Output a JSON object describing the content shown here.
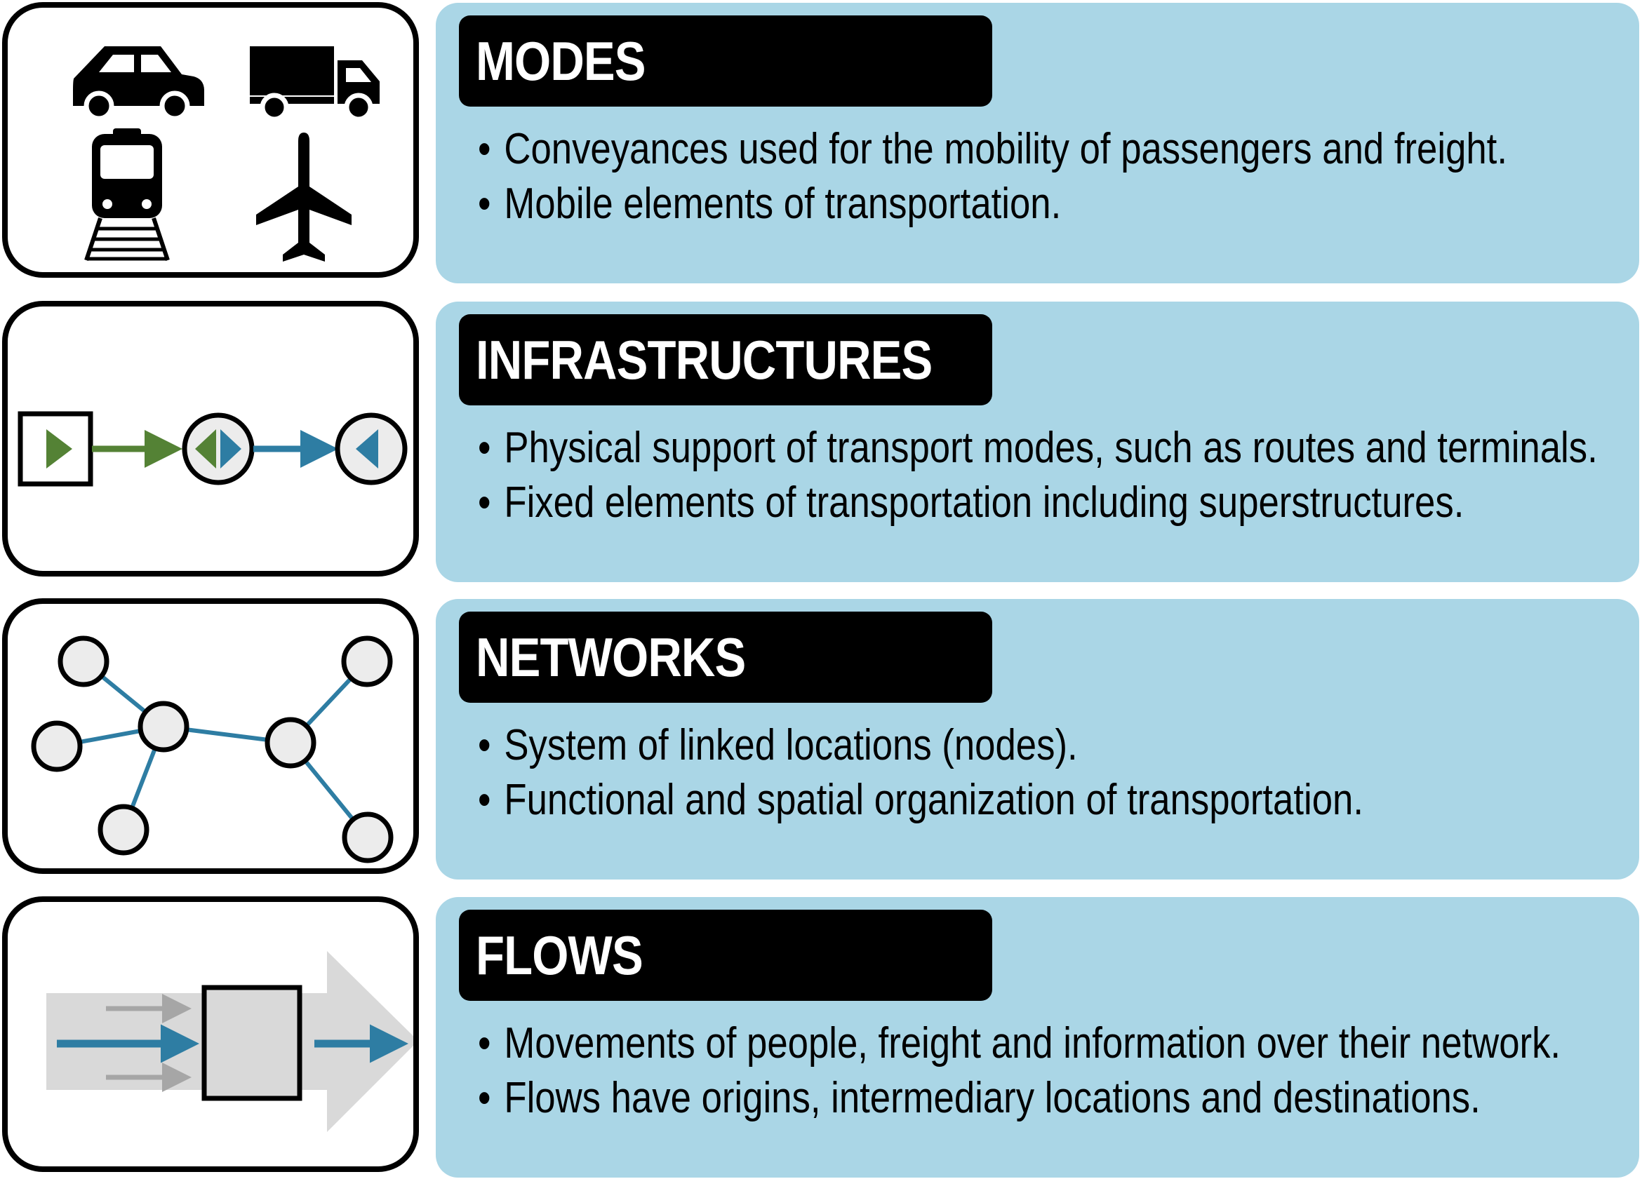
{
  "colors": {
    "panel_bg": "#aad6e6",
    "title_bg": "#000000",
    "green": "#548235",
    "blue": "#2e7da3",
    "node_fill": "#ececec",
    "flow_gray": "#d9d9d9"
  },
  "rows": [
    {
      "key": "modes",
      "title": "MODES",
      "icon": "transport-modes-icon",
      "bullets": [
        "Conveyances used for the mobility of passengers and freight.",
        "Mobile elements of transportation."
      ]
    },
    {
      "key": "infrastructures",
      "title": "INFRASTRUCTURES",
      "icon": "infrastructure-link-icon",
      "bullets": [
        "Physical support of transport modes, such as routes and terminals.",
        "Fixed elements of transportation including superstructures."
      ]
    },
    {
      "key": "networks",
      "title": "NETWORKS",
      "icon": "network-graph-icon",
      "bullets": [
        "System of linked locations (nodes).",
        "Functional and spatial organization of transportation."
      ]
    },
    {
      "key": "flows",
      "title": "FLOWS",
      "icon": "flows-arrows-icon",
      "bullets": [
        "Movements of people, freight and information over their network.",
        "Flows have origins, intermediary locations and destinations."
      ]
    }
  ]
}
